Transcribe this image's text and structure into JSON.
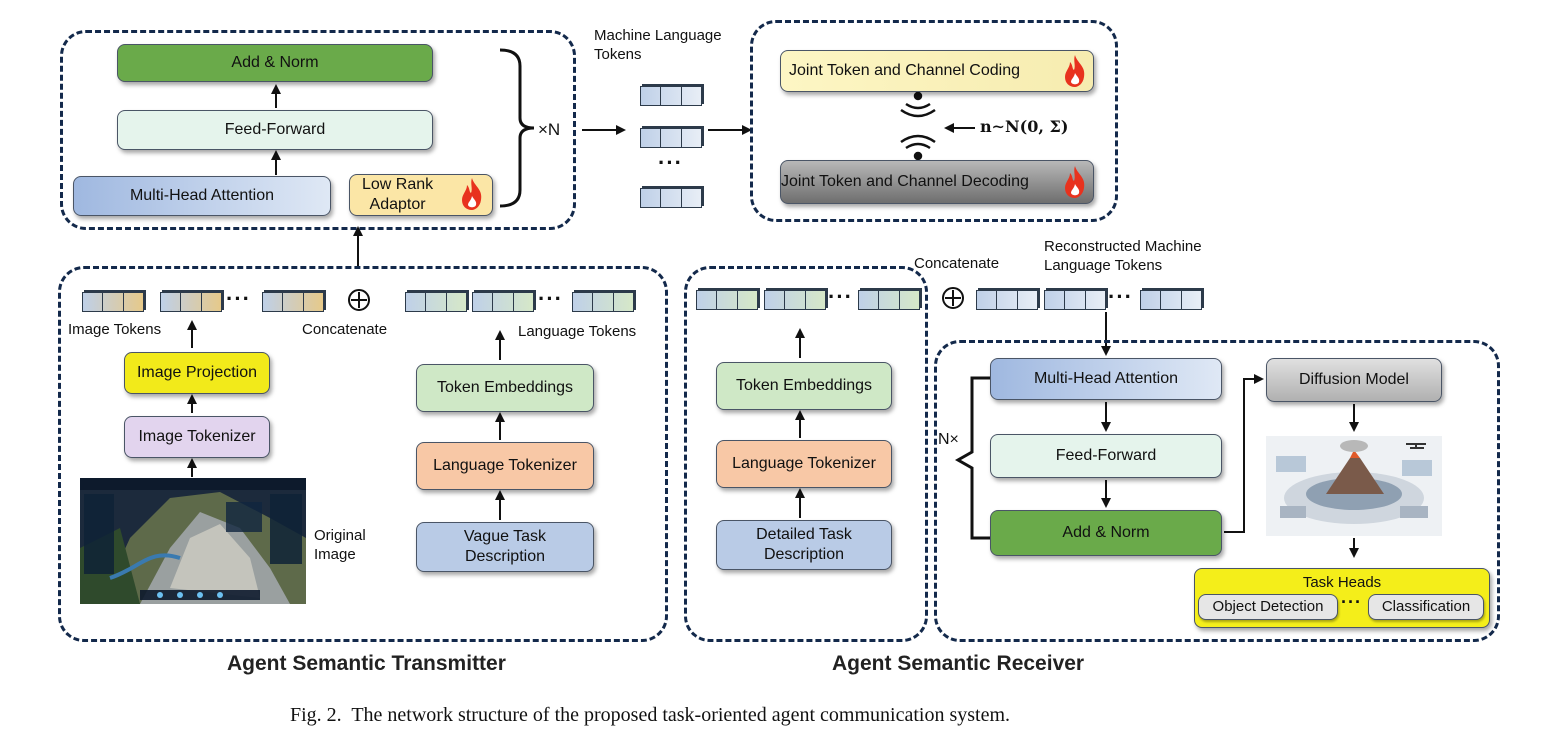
{
  "colors": {
    "panel_border": "#13294b",
    "add_norm": "#6aaa4a",
    "feed_forward": "#e5f4ec",
    "multi_head": "#b4c8e6",
    "adaptor": "#fbe6a6",
    "image_projection": "#f2ea1a",
    "image_tokenizer": "#e2d4ee",
    "token_embeddings": "#cfe8c6",
    "language_tokenizer": "#f8c8a6",
    "task_description": "#b9cbe6",
    "coding": "#fbf2b4",
    "decoding": "#8e8e8e",
    "diffusion": "#c8c8c8",
    "task_heads": "#f4ee1a",
    "fire": "#e8321e"
  },
  "encoder_block": {
    "add_norm": "Add & Norm",
    "feed_forward": "Feed-Forward",
    "multi_head_attention": "Multi-Head Attention",
    "adaptor_line1": "Low Rank",
    "adaptor_line2": "Adaptor",
    "repeat": "×N"
  },
  "machine_tokens": {
    "label_line1": "Machine Language",
    "label_line2": "Tokens"
  },
  "channel": {
    "coding": "Joint Token and Channel Coding",
    "decoding": "Joint Token and Channel Decoding",
    "noise": "n∼N(0, Σ)"
  },
  "transmitter": {
    "image_tokens": "Image Tokens",
    "concatenate": "Concatenate",
    "language_tokens": "Language Tokens",
    "image_projection": "Image Projection",
    "image_tokenizer": "Image Tokenizer",
    "original_image_line1": "Original",
    "original_image_line2": "Image",
    "token_embeddings": "Token Embeddings",
    "language_tokenizer": "Language Tokenizer",
    "task_line1": "Vague Task",
    "task_line2": "Description",
    "title": "Agent Semantic Transmitter"
  },
  "receiver": {
    "token_embeddings": "Token Embeddings",
    "language_tokenizer": "Language Tokenizer",
    "task_line1": "Detailed Task",
    "task_line2": "Description",
    "concatenate": "Concatenate",
    "reconstructed_line1": "Reconstructed Machine",
    "reconstructed_line2": "Language Tokens",
    "multi_head_attention": "Multi-Head Attention",
    "feed_forward": "Feed-Forward",
    "add_norm": "Add & Norm",
    "repeat": "N×",
    "diffusion_model": "Diffusion Model",
    "task_heads": "Task Heads",
    "object_detection": "Object Detection",
    "classification": "Classification",
    "title": "Agent Semantic Receiver"
  },
  "caption": "Fig. 2.  The network structure of the proposed task-oriented agent communication system."
}
